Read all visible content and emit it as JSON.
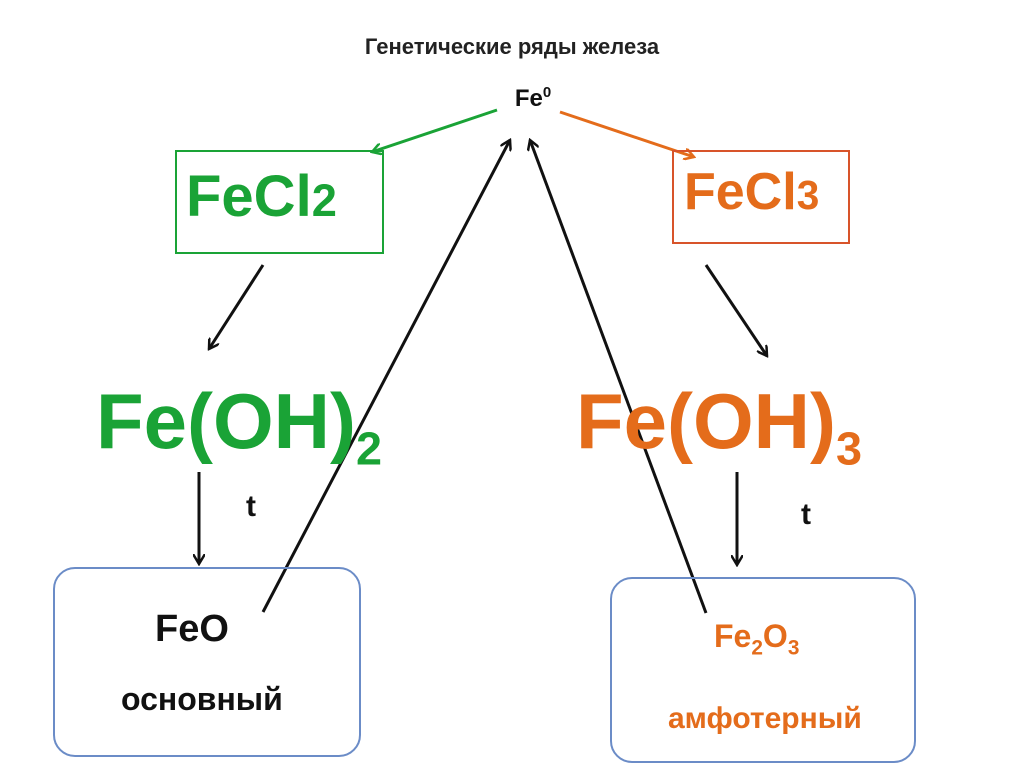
{
  "title": "Генетические ряды железа",
  "nodes": {
    "fe0": {
      "symbol": "Fe",
      "sup": "0"
    },
    "fecl2": {
      "base": "FeCl",
      "index": "2"
    },
    "fecl3": {
      "base": "FeCl",
      "index": "3"
    },
    "feoh2": {
      "base": "Fe(OH)",
      "index": "2"
    },
    "feoh3": {
      "base": "Fe(OH)",
      "index": "3"
    },
    "feo": {
      "formula": "FeO",
      "type": "основный"
    },
    "fe2o3": {
      "p1": "Fe",
      "i1": "2",
      "p2": "O",
      "i2": "3",
      "type": "амфотерный"
    }
  },
  "conditions": {
    "left": "t",
    "right": "t"
  },
  "colors": {
    "green": "#1aa336",
    "orange": "#e46c1b",
    "blue_border": "#6b8cc7",
    "black": "#111111"
  }
}
